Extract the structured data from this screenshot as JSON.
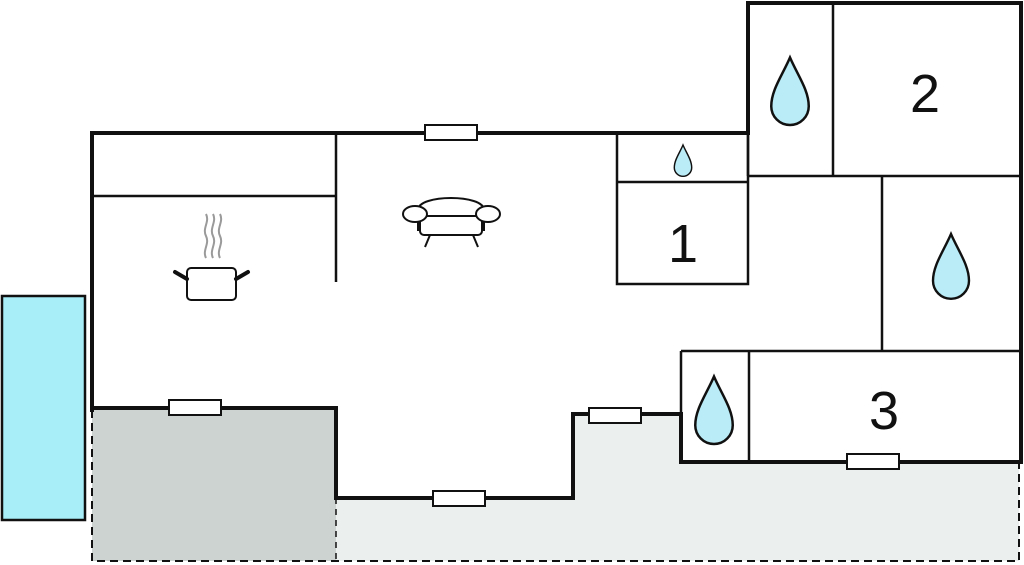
{
  "floorplan": {
    "rooms": [
      {
        "number_label": "1"
      },
      {
        "number_label": "2"
      },
      {
        "number_label": "3"
      }
    ],
    "icons": {
      "kitchen": "cooking-pot-icon",
      "living": "sofa-icon",
      "bathroom": "water-drop-icon"
    },
    "colors": {
      "wall": "#111111",
      "pool": "#a8eef8",
      "covered_terrace": "#cdd3d1",
      "terrace": "#ebefee",
      "water_drop": "#b9ecf6",
      "steam": "#9a9a9a"
    }
  }
}
